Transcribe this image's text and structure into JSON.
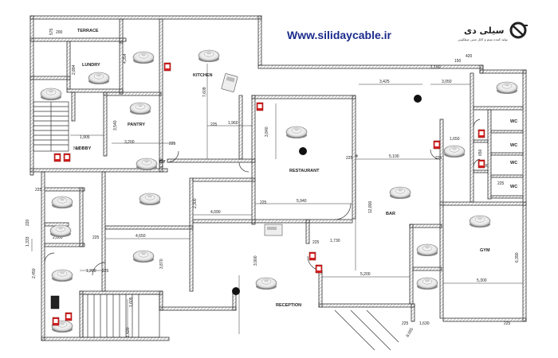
{
  "header": {
    "website": "Www.silidaycable.ir",
    "brand_name": "سیلی دی",
    "brand_tagline": "تولید کننده سیم و کابل شبی سیلکونی"
  },
  "rooms": {
    "terrace": "TERRACE",
    "laundry": "LUNDRY",
    "kitchen": "KITCHEN",
    "pantry": "PANTRY",
    "lobby": "LOBBY",
    "by": "BY",
    "restaurant": "RESTAURANT",
    "bar": "BAR",
    "wc1": "WC",
    "wc2": "WC",
    "wc3": "WC",
    "wc4": "WC",
    "gym": "GYM",
    "reception": "RECEPTION"
  },
  "dimensions": {
    "d225": "225",
    "d575": "575",
    "d2884": "2,884",
    "d4354": "4,354",
    "d7609": "7,609",
    "d1960": "1,960",
    "d3540": "3,540",
    "d1905": "1,905",
    "d3200": "3,200",
    "d3840": "3,840",
    "d5940": "5,940",
    "d4090": "4,090",
    "d2300": "2,300",
    "d2000": "2,000",
    "d4650": "4,650",
    "d3870": "3,870",
    "d1200": "1,200",
    "d3900": "3,900",
    "d1333": "1,333",
    "d2450": "2,450",
    "d1605": "1,605",
    "d1620": "1,620",
    "d3425": "3,425",
    "d3050": "3,050",
    "d420": "420",
    "d150": "150",
    "d5100": "5,100",
    "d12800": "12,800",
    "d1650": "1,650",
    "d1730": "1,730",
    "d5200": "5,200",
    "d5300": "5,300",
    "d6390": "6,390",
    "d1630": "1,630",
    "d8055": "8,055",
    "d1150": "1,150",
    "d220": "220",
    "d650": "650",
    "d200": "200",
    "d500": "500",
    "d1200b": "1,200"
  },
  "symbols": {
    "detector_icon": "smoke-detector-icon",
    "call_point_icon": "manual-call-point-icon",
    "panel_icon": "fire-alarm-panel-icon",
    "sounder_icon": "ceiling-sounder-icon"
  },
  "colors": {
    "url_text": "#1a2a8c",
    "call_point": "#d62020",
    "wall": "#333333"
  }
}
